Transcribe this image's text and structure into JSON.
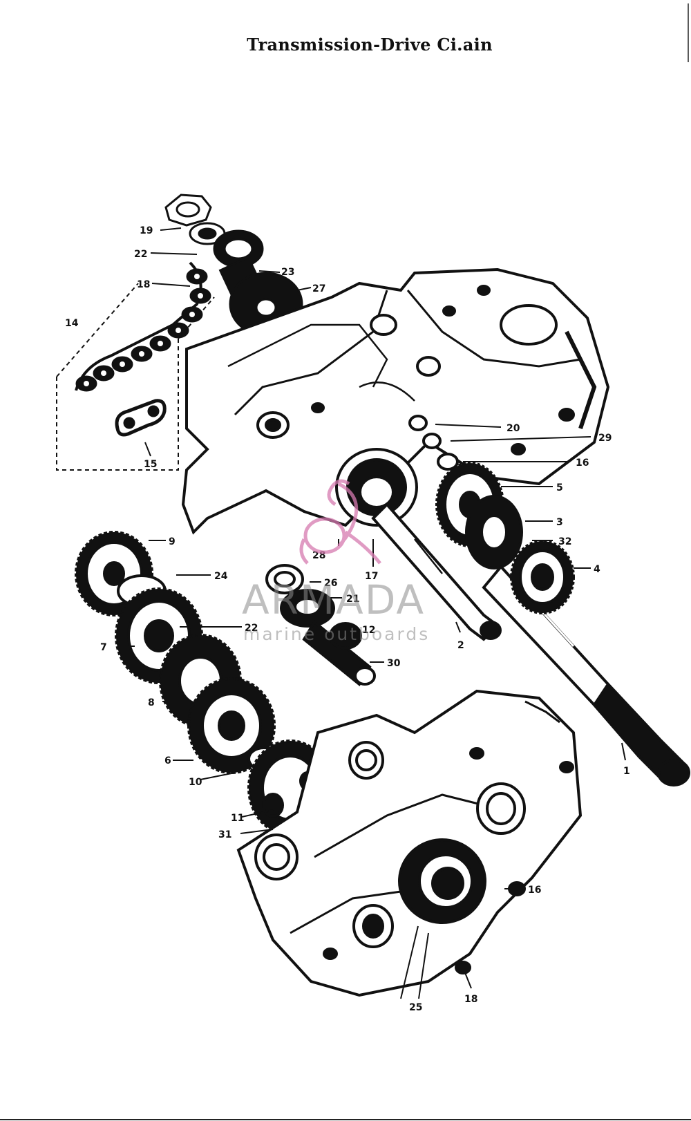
{
  "title": "Transmission-Drive Ci.ain",
  "watermark": {
    "brand": "ARMADA",
    "tagline": "marine outboards",
    "logo_color": "#d67ab0",
    "text_color": "#8c8c8c"
  },
  "callouts": [
    "19",
    "22",
    "18",
    "23",
    "27",
    "14",
    "15",
    "20",
    "29",
    "16",
    "5",
    "3",
    "32",
    "4",
    "28",
    "17",
    "26",
    "21",
    "12",
    "30",
    "2",
    "1",
    "9",
    "24",
    "22",
    "7",
    "8",
    "6",
    "10",
    "11",
    "31",
    "16",
    "25",
    "18"
  ]
}
